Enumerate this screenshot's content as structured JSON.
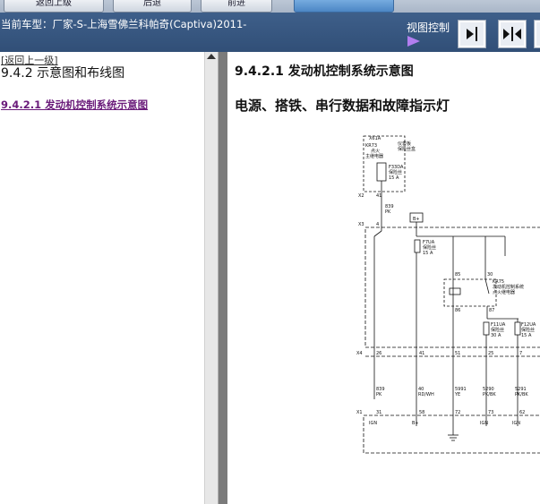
{
  "topbar": {
    "buttons": [
      "返回上级",
      "后退",
      "前进"
    ]
  },
  "header": {
    "vehicle": "当前车型：厂家-S-上海雪佛兰科帕奇(Captiva)2011-",
    "view_control": "视图控制"
  },
  "left": {
    "back_link": "[返回上一级]",
    "title": "9.4.2 示意图和布线图",
    "link": "9.4.2.1 发动机控制系统示意图"
  },
  "right": {
    "title": "9.4.2.1 发动机控制系统示意图",
    "subtitle": "电源、搭铁、串行数据和故障指示灯"
  },
  "diagram": {
    "x61a": "X61A",
    "x61a_desc1": "仪表板",
    "x61a_desc2": "保险丝盒",
    "kr73": "KR73",
    "kr73_desc1": "点火",
    "kr73_desc2": "主继电器",
    "f33da": "F33DA",
    "f33da_desc": "保险丝",
    "f33da_amp": "15 A",
    "x2": "X2",
    "pin41": "41",
    "wire_839": "839",
    "wire_pk": "PK",
    "x3": "X3",
    "pin4": "4",
    "bplus": "B+",
    "f7ua": "F7UA",
    "f7ua_desc": "保险丝",
    "f7ua_amp": "15 A",
    "kr75": "KR75",
    "kr75_desc1": "发动机控制系统",
    "kr75_desc2": "点火继电器",
    "pin85": "85",
    "pin30": "30",
    "pin86": "86",
    "pin87": "87",
    "f11ua": "F11UA",
    "f11ua_desc": "保险丝",
    "f11ua_amp": "30 A",
    "f12ua": "F12UA",
    "f12ua_desc": "保险丝",
    "f12ua_amp": "15 A",
    "x4": "X4",
    "p26": "26",
    "p41": "41",
    "p51": "51",
    "p25": "25",
    "p7": "7",
    "w1n": "839",
    "w1c": "PK",
    "w2n": "40",
    "w2c": "RD/WH",
    "w3n": "5991",
    "w3c": "YE",
    "w4n": "5290",
    "w4c": "PK/BK",
    "w5n": "5291",
    "w5c": "PK/BK",
    "x1": "X1",
    "q31": "31",
    "q58": "58",
    "q72": "72",
    "q73": "73",
    "q62": "62",
    "ign1": "IGN",
    "bplus2": "B+",
    "ign2": "IGN",
    "ign3": "IGN"
  }
}
